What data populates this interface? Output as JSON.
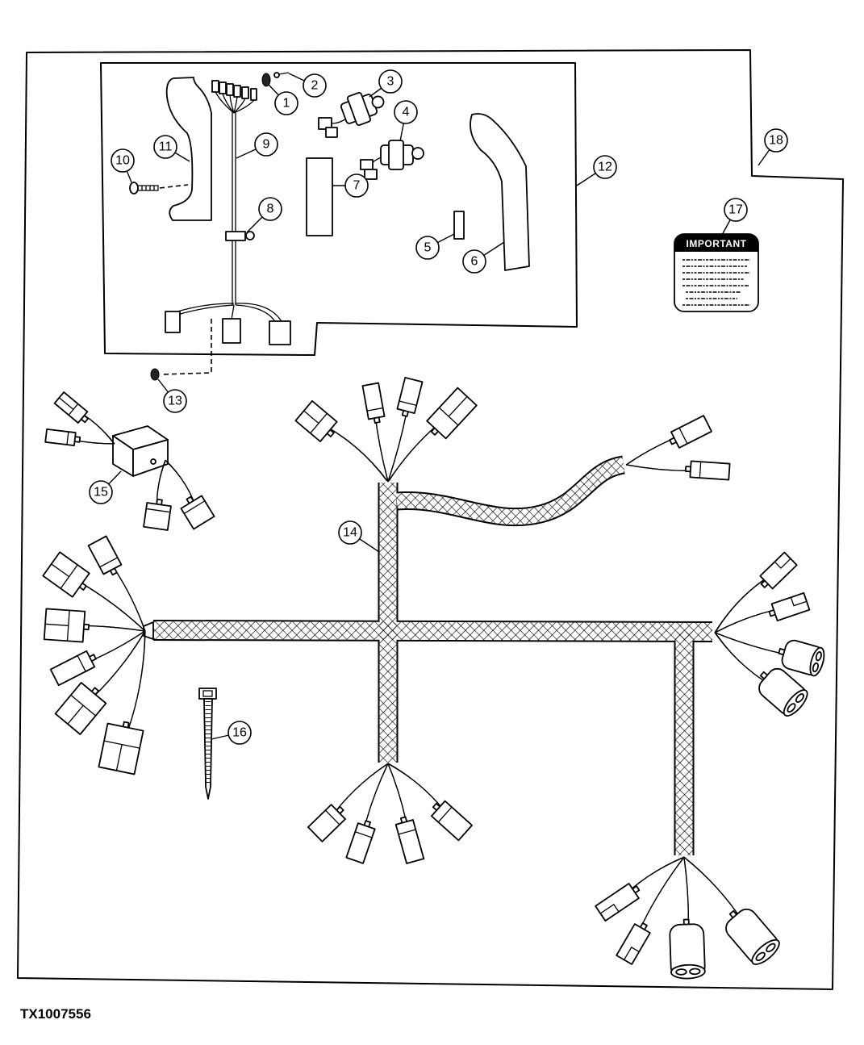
{
  "figure_id": "TX1007556",
  "decal": {
    "heading": "IMPORTANT"
  },
  "callouts": [
    "1",
    "2",
    "3",
    "4",
    "5",
    "6",
    "7",
    "8",
    "9",
    "10",
    "11",
    "12",
    "13",
    "14",
    "15",
    "16",
    "17",
    "18"
  ],
  "colors": {
    "line": "#000000",
    "background": "#ffffff"
  }
}
